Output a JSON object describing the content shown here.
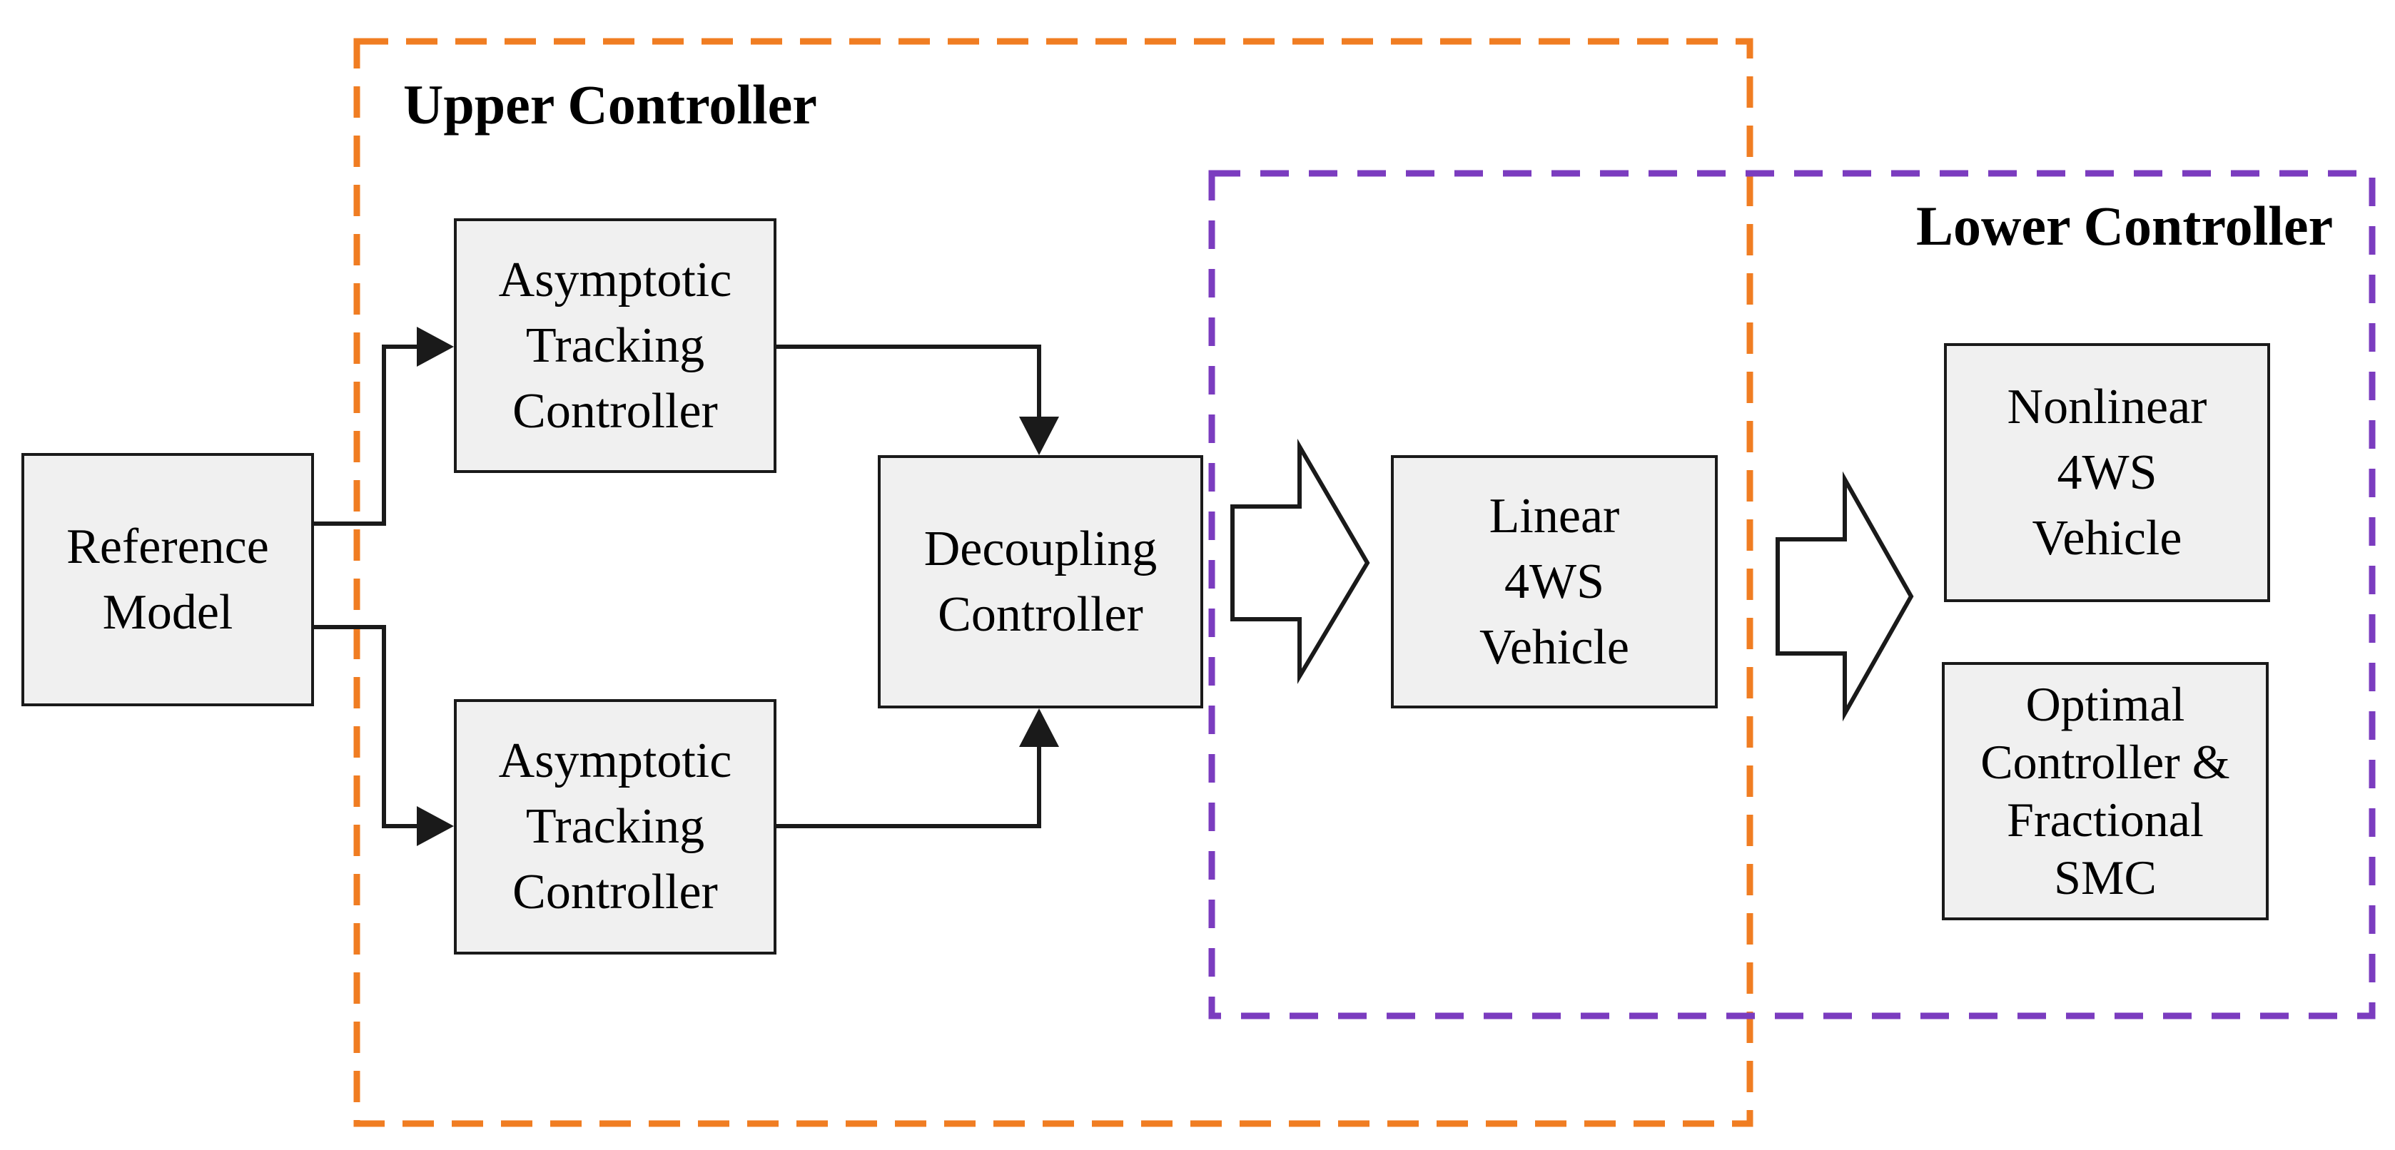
{
  "diagram": {
    "title_hint": "4WS vehicle hierarchical control block diagram",
    "regions": {
      "upper": {
        "label": "Upper Controller"
      },
      "lower": {
        "label": "Lower Controller"
      }
    },
    "boxes": {
      "reference": {
        "label": "Reference\nModel"
      },
      "atc1": {
        "label": "Asymptotic\nTracking\nController"
      },
      "atc2": {
        "label": "Asymptotic\nTracking\nController"
      },
      "decoupling": {
        "label": "Decoupling\nController"
      },
      "linear": {
        "label": "Linear\n4WS\nVehicle"
      },
      "nonlinear": {
        "label": "Nonlinear\n4WS\nVehicle"
      },
      "optimal": {
        "label": "Optimal\nController &\nFractional\nSMC"
      }
    },
    "colors": {
      "upper_region_border": "#F07D22",
      "lower_region_border": "#7B3CBF",
      "box_fill": "#F0F0F0",
      "box_border": "#1A1A1A",
      "connector": "#1A1A1A",
      "block_arrow_fill": "#FFFFFF",
      "background": "#FFFFFF"
    }
  }
}
